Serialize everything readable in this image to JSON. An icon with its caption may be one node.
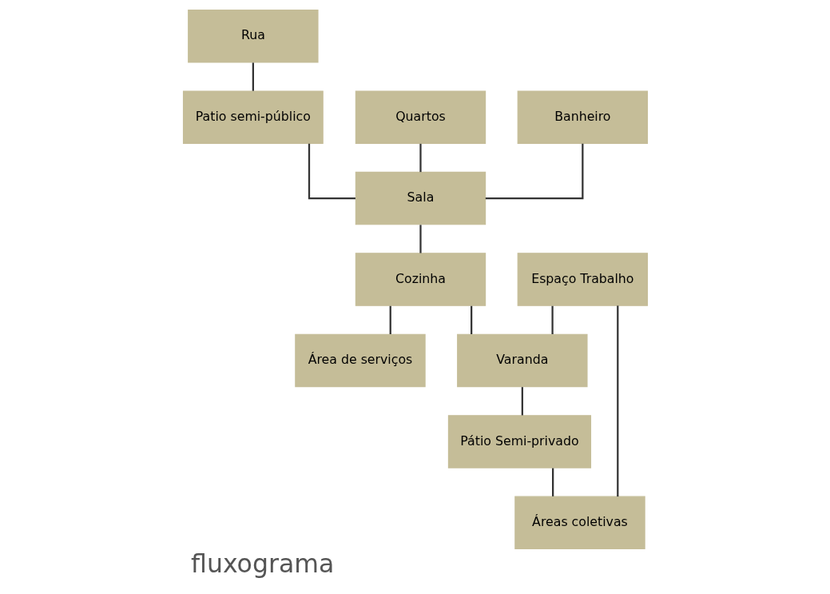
{
  "diagram": {
    "title": "fluxograma",
    "nodes": [
      {
        "text": [
          "Rua"
        ]
      },
      {
        "text": [
          "Patio semi-público"
        ]
      },
      {
        "text": [
          "Sala"
        ]
      },
      {
        "text": [
          "Quartos"
        ]
      },
      {
        "text": [
          "Banheiro"
        ]
      },
      {
        "text": [
          "Cozinha"
        ]
      },
      {
        "text": [
          "Área de serviços"
        ]
      },
      {
        "text": [
          "Varanda"
        ]
      },
      {
        "text": [
          "Espaço Trabalho"
        ]
      },
      {
        "text": [
          "Pátio Semi-privado"
        ]
      },
      {
        "text": [
          "Áreas coletivas"
        ]
      }
    ],
    "edges": [
      {
        "from": 0,
        "to": 1,
        "arrow": "none"
      },
      {
        "from": 1,
        "to": 2,
        "arrow": "none"
      },
      {
        "from": 2,
        "to": 5,
        "arrow": "none"
      },
      {
        "from": 3,
        "to": 2,
        "arrow": "none"
      },
      {
        "from": 4,
        "to": 2,
        "arrow": "none"
      },
      {
        "from": 5,
        "to": 6,
        "arrow": "none"
      },
      {
        "from": 5,
        "to": 7,
        "arrow": "none"
      },
      {
        "from": 7,
        "to": 9,
        "arrow": "none"
      },
      {
        "from": 8,
        "to": 7,
        "arrow": "none"
      },
      {
        "from": 8,
        "to": 10,
        "arrow": "none"
      },
      {
        "from": 9,
        "to": 10,
        "arrow": "none"
      }
    ]
  }
}
